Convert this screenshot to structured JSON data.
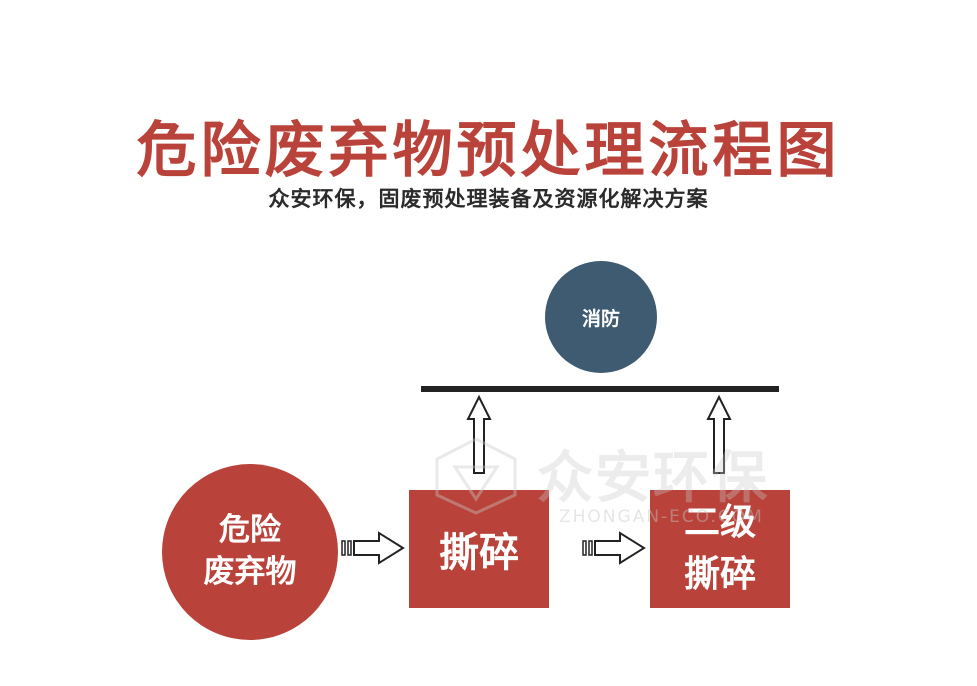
{
  "title": "危险废弃物预处理流程图",
  "subtitle": "众安环保，固废预处理装备及资源化解决方案",
  "nodes": {
    "waste": [
      "危险",
      "废弃物"
    ],
    "shred1": "撕碎",
    "shred2": [
      "二级",
      "撕碎"
    ],
    "fire": "消防"
  },
  "watermark": {
    "text": "众安环保",
    "sub": "ZHONGAN-ECO.COM"
  },
  "colors": {
    "accent_red": "#b9433a",
    "slate_blue": "#3e5b72",
    "text_dark": "#2b2b2b"
  }
}
